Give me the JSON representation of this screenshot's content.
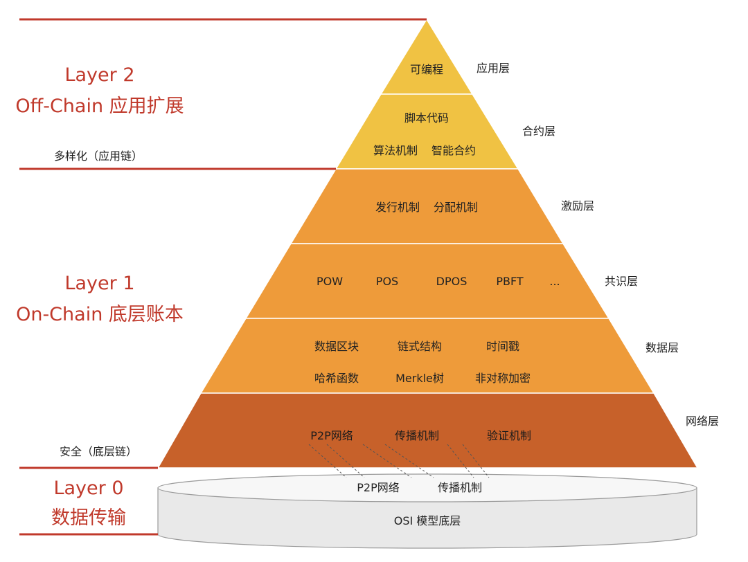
{
  "colors": {
    "accent_red": "#c0392b",
    "tier_top": "#f0c243",
    "tier_mid": "#ee9b3a",
    "tier_bottom": "#c7612a",
    "tier_border": "#ffffff",
    "cylinder_top": "#f7f7f7",
    "cylinder_body": "#e9e9e9"
  },
  "left": {
    "layer2_title": "Layer 2",
    "layer2_subtitle": "Off-Chain 应用扩展",
    "layer2_note": "多样化（应用链）",
    "layer1_title": "Layer 1",
    "layer1_subtitle": "On-Chain  底层账本",
    "layer1_note": "安全（底层链）",
    "layer0_title": "Layer 0",
    "layer0_subtitle": "数据传输"
  },
  "tiers": [
    {
      "name": "应用层",
      "rows": [
        [
          "可编程"
        ]
      ]
    },
    {
      "name": "合约层",
      "rows": [
        [
          "脚本代码"
        ],
        [
          "算法机制",
          "智能合约"
        ]
      ]
    },
    {
      "name": "激励层",
      "rows": [
        [
          "发行机制",
          "分配机制"
        ]
      ]
    },
    {
      "name": "共识层",
      "rows": [
        [
          "POW",
          "POS",
          "DPOS",
          "PBFT",
          "..."
        ]
      ]
    },
    {
      "name": "数据层",
      "rows": [
        [
          "数据区块",
          "链式结构",
          "时间戳"
        ],
        [
          "哈希函数",
          "Merkle树",
          "非对称加密"
        ]
      ]
    },
    {
      "name": "网络层",
      "rows": [
        [
          "P2P网络",
          "传播机制",
          "验证机制"
        ]
      ]
    }
  ],
  "osi": {
    "top_items": [
      "P2P网络",
      "传播机制"
    ],
    "label": "OSI 模型底层"
  }
}
